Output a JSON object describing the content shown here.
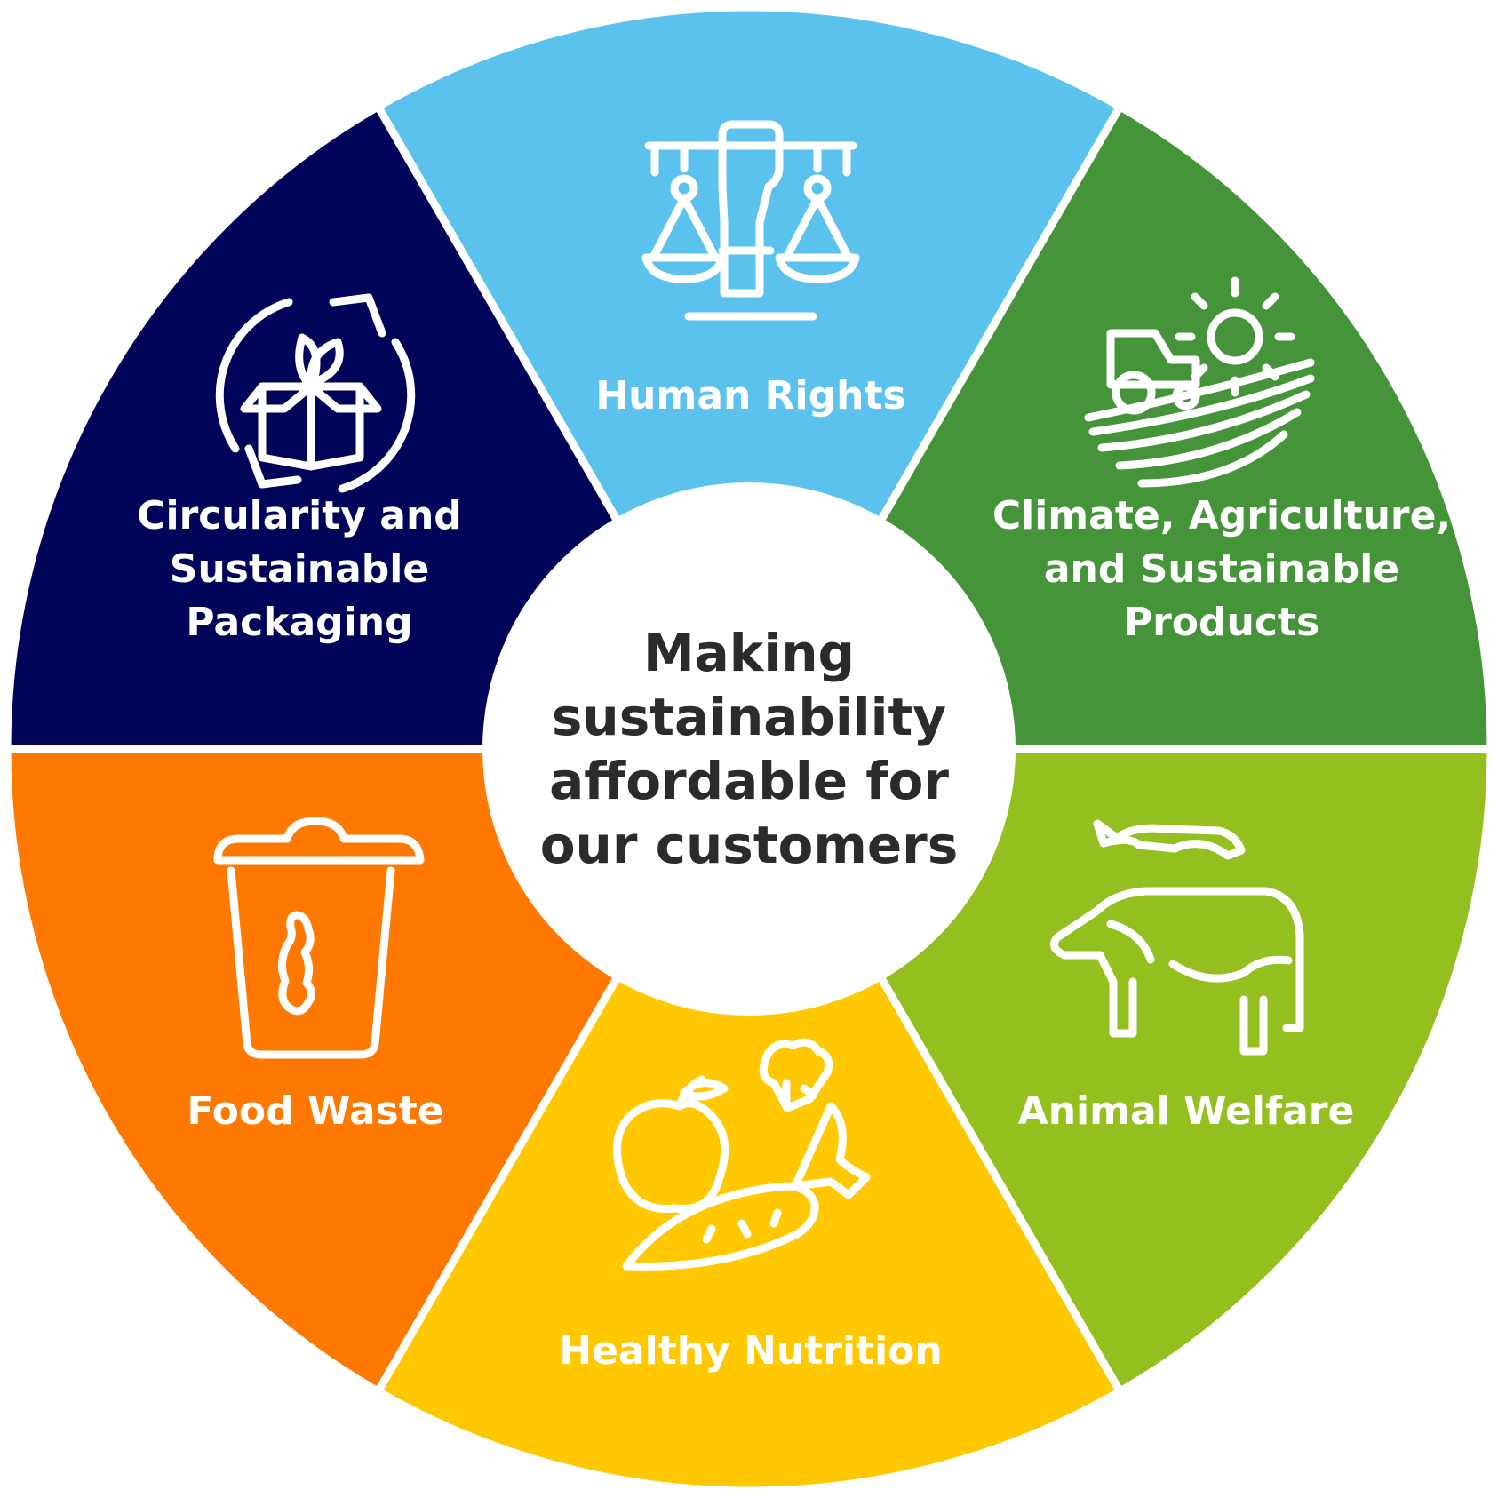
{
  "center": {
    "lines": [
      "Making",
      "sustainability",
      "affordable for",
      "our customers"
    ]
  },
  "segments": [
    {
      "key": "human-rights",
      "label_lines": [
        "Human Rights"
      ],
      "color": "#5BC2EE",
      "icon": "scales-hand-icon"
    },
    {
      "key": "climate",
      "label_lines": [
        "Climate, Agriculture,",
        "and Sustainable",
        "Products"
      ],
      "color": "#45943A",
      "icon": "tractor-field-sun-icon"
    },
    {
      "key": "animal-welfare",
      "label_lines": [
        "Animal Welfare"
      ],
      "color": "#93C01F",
      "icon": "hand-cow-icon"
    },
    {
      "key": "healthy-nutrition",
      "label_lines": [
        "Healthy Nutrition"
      ],
      "color": "#FFC800",
      "icon": "fruit-vegetables-icon"
    },
    {
      "key": "food-waste",
      "label_lines": [
        "Food Waste"
      ],
      "color": "#FF7800",
      "icon": "waste-bin-apple-core-icon"
    },
    {
      "key": "circularity",
      "label_lines": [
        "Circularity and",
        "Sustainable",
        "Packaging"
      ],
      "color": "#01055A",
      "icon": "recycle-box-icon"
    }
  ]
}
